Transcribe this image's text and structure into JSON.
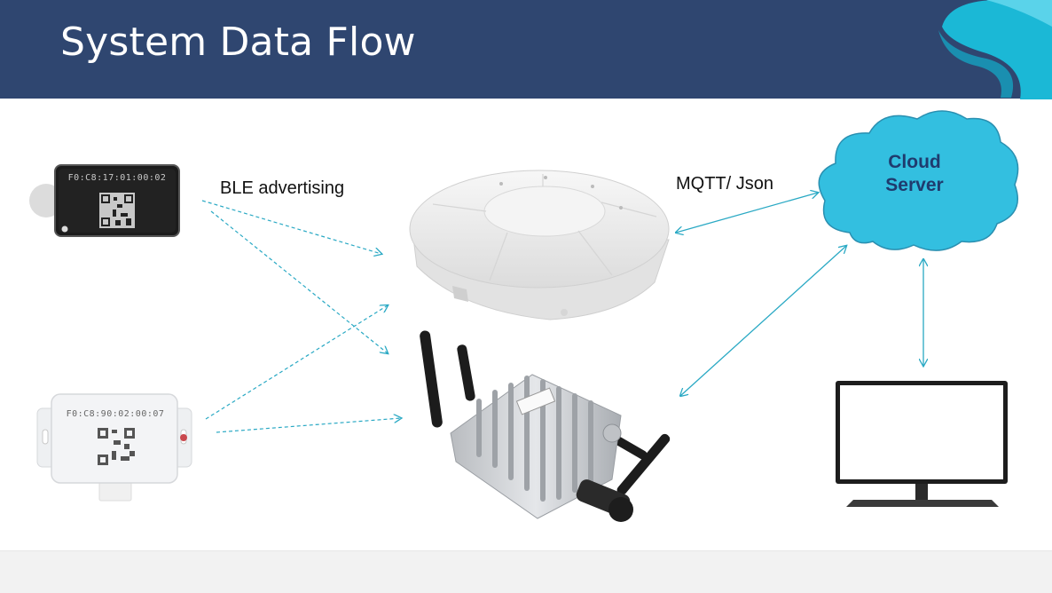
{
  "slide": {
    "title": "System Data Flow"
  },
  "labels": {
    "ble": "BLE advertising",
    "mqtt": "MQTT/ Json",
    "cloud_line1": "Cloud",
    "cloud_line2": "Server"
  },
  "devices": {
    "tag_top_id": "F0:C8:17:01:00:02",
    "tag_bottom_id": "F0:C8:90:02:00:07"
  },
  "colors": {
    "header": "#2f4670",
    "accent": "#1bb8d6",
    "cloud_fill": "#33bfe0",
    "arrow": "#2aa9c4",
    "cloud_text": "#1f3b6e"
  }
}
